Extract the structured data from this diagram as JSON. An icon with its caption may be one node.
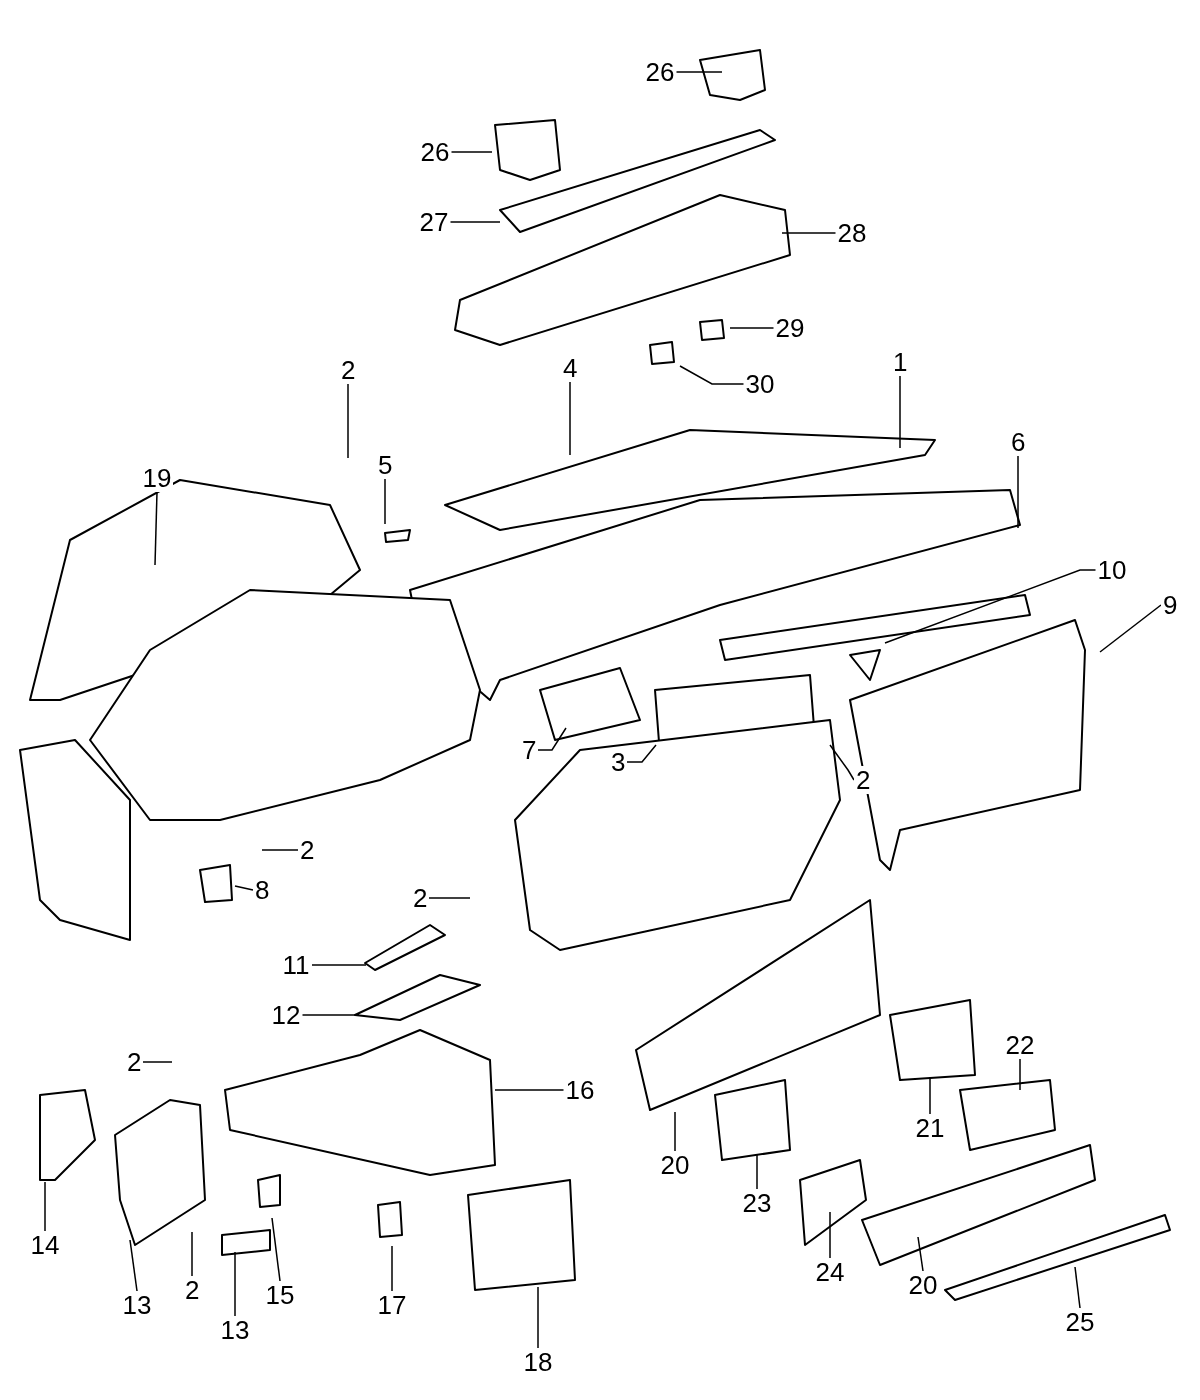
{
  "diagram": {
    "nodes": [
      {
        "text": [
          "26"
        ]
      },
      {
        "text": [
          "26"
        ]
      },
      {
        "text": [
          "27"
        ]
      },
      {
        "text": [
          "28"
        ]
      },
      {
        "text": [
          "29"
        ]
      },
      {
        "text": [
          "30"
        ]
      },
      {
        "text": [
          "4"
        ]
      },
      {
        "text": [
          "1"
        ]
      },
      {
        "text": [
          "2"
        ]
      },
      {
        "text": [
          "5"
        ]
      },
      {
        "text": [
          "19"
        ]
      },
      {
        "text": [
          "6"
        ]
      },
      {
        "text": [
          "10"
        ]
      },
      {
        "text": [
          "9"
        ]
      },
      {
        "text": [
          "7"
        ]
      },
      {
        "text": [
          "3"
        ]
      },
      {
        "text": [
          "2"
        ]
      },
      {
        "text": [
          "2"
        ]
      },
      {
        "text": [
          "8"
        ]
      },
      {
        "text": [
          "2"
        ]
      },
      {
        "text": [
          "11"
        ]
      },
      {
        "text": [
          "12"
        ]
      },
      {
        "text": [
          "2"
        ]
      },
      {
        "text": [
          "16"
        ]
      },
      {
        "text": [
          "22"
        ]
      },
      {
        "text": [
          "14"
        ]
      },
      {
        "text": [
          "13"
        ]
      },
      {
        "text": [
          "2"
        ]
      },
      {
        "text": [
          "13"
        ]
      },
      {
        "text": [
          "15"
        ]
      },
      {
        "text": [
          "17"
        ]
      },
      {
        "text": [
          "18"
        ]
      },
      {
        "text": [
          "20"
        ]
      },
      {
        "text": [
          "21"
        ]
      },
      {
        "text": [
          "23"
        ]
      },
      {
        "text": [
          "24"
        ]
      },
      {
        "text": [
          "20"
        ]
      },
      {
        "text": [
          "25"
        ]
      }
    ],
    "edges": [
      {
        "from": 0,
        "to": null,
        "arrow": "none"
      },
      {
        "from": 1,
        "to": null,
        "arrow": "none"
      },
      {
        "from": 2,
        "to": null,
        "arrow": "none"
      },
      {
        "from": 3,
        "to": null,
        "arrow": "none"
      },
      {
        "from": 4,
        "to": null,
        "arrow": "none"
      },
      {
        "from": 5,
        "to": null,
        "arrow": "none"
      },
      {
        "from": 6,
        "to": null,
        "arrow": "none"
      },
      {
        "from": 7,
        "to": null,
        "arrow": "none"
      },
      {
        "from": 8,
        "to": null,
        "arrow": "none"
      },
      {
        "from": 9,
        "to": null,
        "arrow": "none"
      },
      {
        "from": 10,
        "to": null,
        "arrow": "none"
      },
      {
        "from": 11,
        "to": null,
        "arrow": "none"
      },
      {
        "from": 12,
        "to": null,
        "arrow": "none"
      },
      {
        "from": 13,
        "to": null,
        "arrow": "none"
      },
      {
        "from": 14,
        "to": null,
        "arrow": "none"
      },
      {
        "from": 15,
        "to": null,
        "arrow": "none"
      },
      {
        "from": 16,
        "to": null,
        "arrow": "none"
      },
      {
        "from": 17,
        "to": null,
        "arrow": "none"
      },
      {
        "from": 18,
        "to": null,
        "arrow": "none"
      },
      {
        "from": 19,
        "to": null,
        "arrow": "none"
      },
      {
        "from": 20,
        "to": null,
        "arrow": "none"
      },
      {
        "from": 21,
        "to": null,
        "arrow": "none"
      },
      {
        "from": 22,
        "to": null,
        "arrow": "none"
      },
      {
        "from": 23,
        "to": null,
        "arrow": "none"
      },
      {
        "from": 24,
        "to": null,
        "arrow": "none"
      },
      {
        "from": 25,
        "to": null,
        "arrow": "none"
      },
      {
        "from": 26,
        "to": null,
        "arrow": "none"
      },
      {
        "from": 27,
        "to": null,
        "arrow": "none"
      },
      {
        "from": 28,
        "to": null,
        "arrow": "none"
      },
      {
        "from": 29,
        "to": null,
        "arrow": "none"
      },
      {
        "from": 30,
        "to": null,
        "arrow": "none"
      },
      {
        "from": 31,
        "to": null,
        "arrow": "none"
      },
      {
        "from": 32,
        "to": null,
        "arrow": "none"
      },
      {
        "from": 33,
        "to": null,
        "arrow": "none"
      },
      {
        "from": 34,
        "to": null,
        "arrow": "none"
      },
      {
        "from": 35,
        "to": null,
        "arrow": "none"
      },
      {
        "from": 36,
        "to": null,
        "arrow": "none"
      },
      {
        "from": 37,
        "to": null,
        "arrow": "none"
      }
    ]
  }
}
